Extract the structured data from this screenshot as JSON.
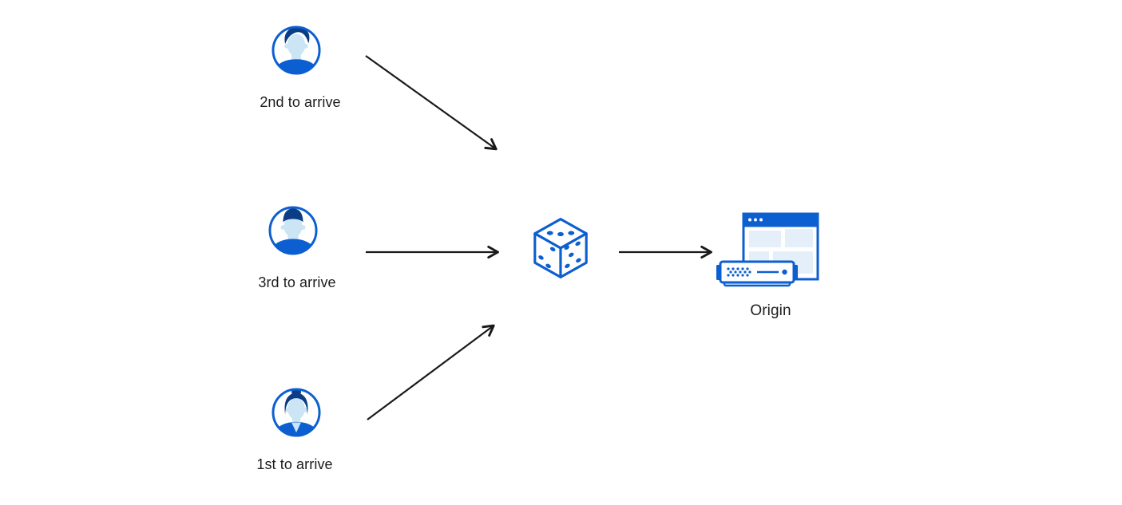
{
  "diagram": {
    "description": "Three visitors' requests arrive in random order at a dice (randomizer) before being forwarded to the origin server",
    "nodes": {
      "visitor_top": {
        "label": "2nd to arrive",
        "icon": "avatar-man-swept-hair-icon"
      },
      "visitor_middle": {
        "label": "3rd to arrive",
        "icon": "avatar-man-short-hair-icon"
      },
      "visitor_bottom": {
        "label": "1st to arrive",
        "icon": "avatar-woman-bun-icon"
      },
      "randomizer": {
        "label": "",
        "icon": "dice-icon"
      },
      "origin": {
        "label": "Origin",
        "icon": "origin-server-browser-icon"
      }
    },
    "edges": [
      {
        "from": "visitor_top",
        "to": "randomizer",
        "style": "diagonal-down"
      },
      {
        "from": "visitor_middle",
        "to": "randomizer",
        "style": "horizontal"
      },
      {
        "from": "visitor_bottom",
        "to": "randomizer",
        "style": "diagonal-up"
      },
      {
        "from": "randomizer",
        "to": "origin",
        "style": "horizontal"
      }
    ],
    "colors": {
      "primary_blue": "#0C5FD0",
      "dark_navy": "#0A3D85",
      "skin_light_blue": "#CBE5F5",
      "panel_light_blue": "#E4EFF9",
      "server_base_blue": "#D6E9F8",
      "arrow_black": "#1A1A1A",
      "label_text": "#1D1D1F",
      "background": "#FFFFFF"
    }
  }
}
